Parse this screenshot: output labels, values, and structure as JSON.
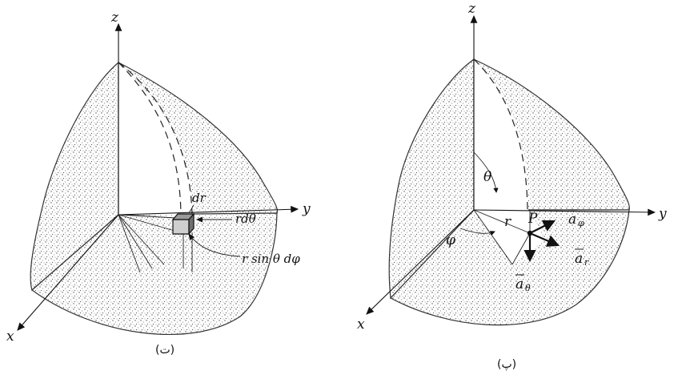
{
  "left_figure": {
    "axis_z": "z",
    "axis_y": "y",
    "axis_x": "x",
    "label_dr": "dr",
    "label_rdtheta": "rdθ",
    "label_rsin": "r sin θ dφ",
    "caption": "(ت)"
  },
  "right_figure": {
    "axis_z": "z",
    "axis_y": "y",
    "axis_x": "x",
    "label_theta": "θ",
    "label_phi": "φ",
    "label_r": "r",
    "label_P": "P",
    "label_a_phi": "a",
    "label_a_phi_sub": "φ",
    "label_a_r": "a",
    "label_a_r_sub": "r",
    "label_a_theta": "a",
    "label_a_theta_sub": "θ",
    "caption": "(پ)"
  },
  "colors": {
    "ink": "#111111",
    "shading": "#333333",
    "background": "#ffffff"
  }
}
